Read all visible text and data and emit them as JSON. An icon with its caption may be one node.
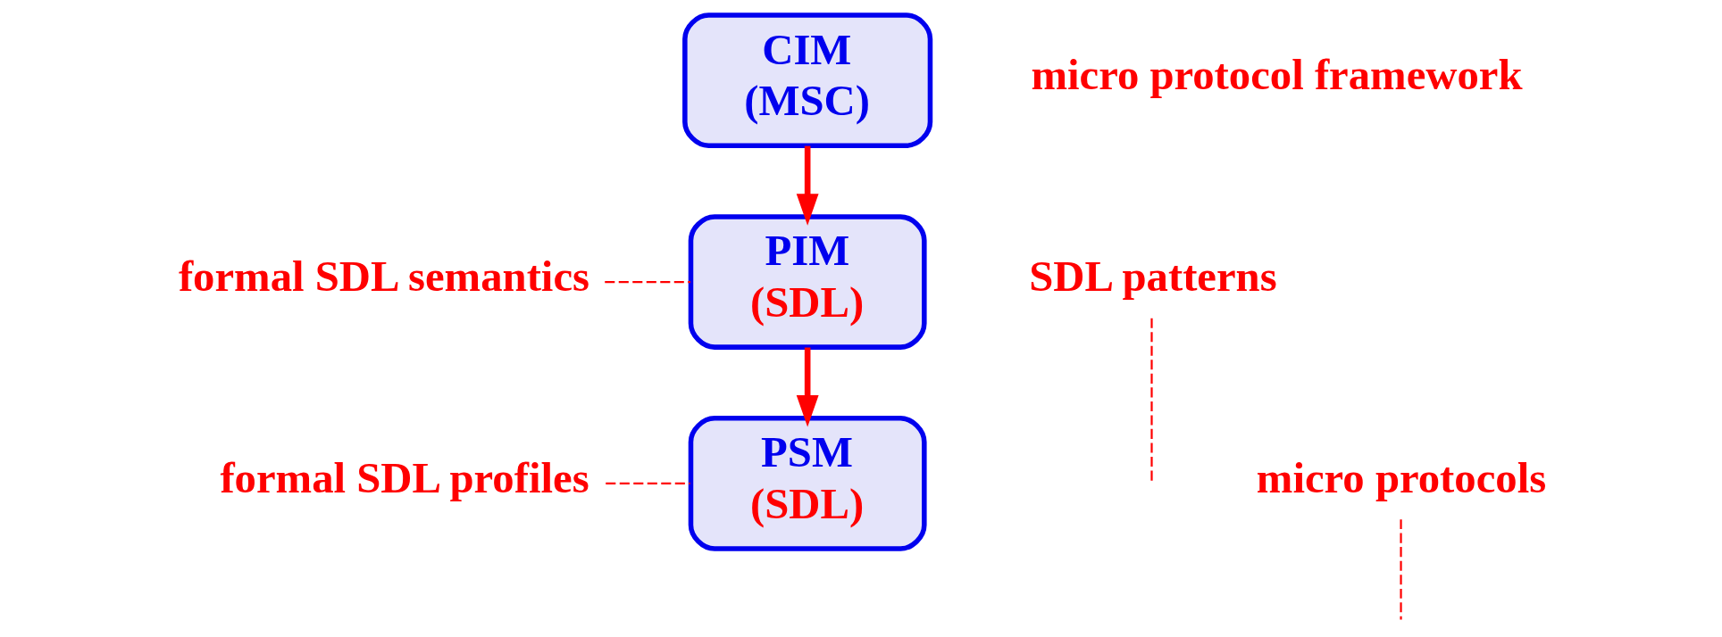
{
  "diagram": {
    "nodes": [
      {
        "text": [
          "CIM",
          "(MSC)"
        ]
      },
      {
        "text": [
          "PIM",
          "(SDL)"
        ]
      },
      {
        "text": [
          "PSM",
          "(SDL)"
        ]
      },
      {
        "text": [
          "formal SDL semantics"
        ]
      },
      {
        "text": [
          "formal SDL profiles"
        ]
      },
      {
        "text": [
          "SDL patterns"
        ]
      },
      {
        "text": [
          "micro protocols"
        ]
      }
    ],
    "edges": [
      {
        "from": 0,
        "to": 1,
        "arrow": "to",
        "style": "thick"
      },
      {
        "from": 1,
        "to": 2,
        "arrow": "to",
        "style": "thick"
      },
      {
        "from": 3,
        "to": 1,
        "arrow": "none",
        "style": "dashed"
      },
      {
        "from": 4,
        "to": 2,
        "arrow": "none",
        "style": "dashed"
      },
      {
        "from": 5,
        "to": null,
        "arrow": "none",
        "style": "dashed"
      },
      {
        "from": 6,
        "to": null,
        "arrow": "none",
        "style": "dashed"
      }
    ],
    "labels": [
      "micro protocol framework"
    ]
  }
}
